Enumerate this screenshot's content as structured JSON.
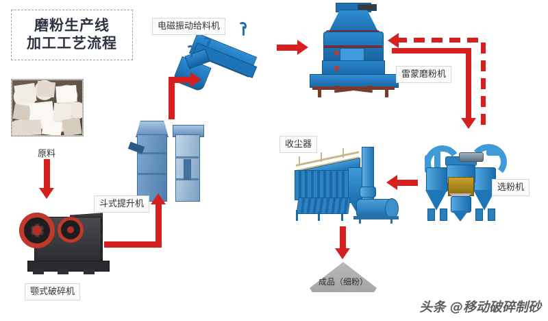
{
  "diagram": {
    "title": {
      "line1": "磨粉生产线",
      "line2": "加工工艺流程"
    },
    "nodes": {
      "raw_material": "原料",
      "jaw_crusher": "颚式破碎机",
      "bucket_elevator": "斗式提升机",
      "vibrating_feeder": "电磁振动给料机",
      "raymond_mill": "雷蒙磨粉机",
      "classifier": "选粉机",
      "dust_collector": "收尘器",
      "finished_product": "成品（细粉）"
    },
    "colors": {
      "arrow": "#d61f1f",
      "machine_blue": "#1c6fae",
      "title_text": "#2b3440",
      "pile_gray": "#b0b0b0"
    },
    "watermark": "头条 @移动破碎制砂"
  }
}
